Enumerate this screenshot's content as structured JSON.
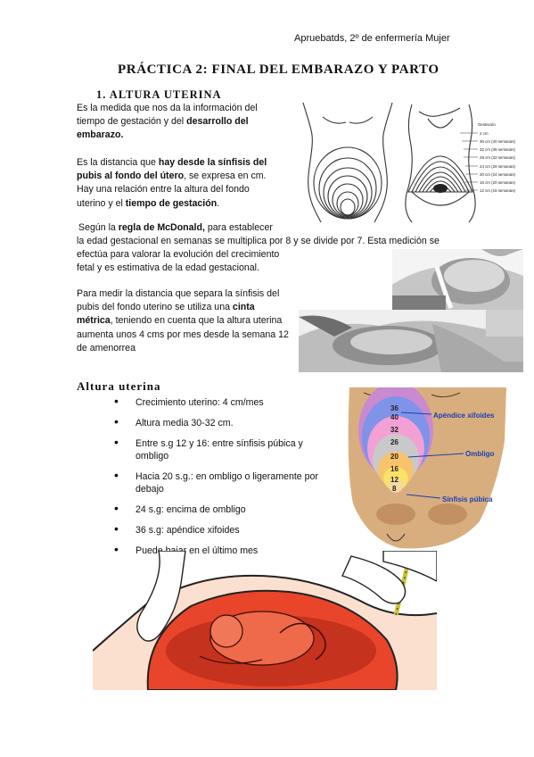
{
  "header": {
    "text": "Apruebatds, 2º de enfermería Mujer"
  },
  "title": "PRÁCTICA 2: FINAL DEL EMBARAZO Y PARTO",
  "section1": {
    "heading": "1.  ALTURA UTERINA",
    "p1": {
      "a": "Es la medida que nos da la información del tiempo de gestación y del ",
      "b": "desarrollo del embarazo."
    },
    "p2": {
      "a": "Es la distancia que ",
      "b": "hay desde la sínfisis del pubis al fondo del útero",
      "c": ", se expresa en cm. Hay una relación entre la altura del fondo uterino y el ",
      "d": "tiempo de gestación",
      "e": "."
    },
    "p3": {
      "a": "Según la ",
      "b": "regla de McDonald,",
      "c": " para establecer",
      "line2": "la edad gestacional en semanas se multiplica por 8 y se divide por 7.  Esta medición se",
      "line3": "efectúa para valorar la evolución del crecimiento",
      "line4": "fetal y es estimativa de la edad gestacional."
    },
    "p4": {
      "a": "Para medir la distancia que separa la sínfisis del pubis del fondo uterino se utiliza una ",
      "b": "cinta métrica",
      "c": ", teniendo en cuenta que la altura uterina aumenta unos 4 cms por mes desde la semana 12 de amenorrea"
    }
  },
  "section2": {
    "heading": "Altura uterina",
    "bullets": [
      "Crecimiento uterino: 4 cm/mes",
      "Altura media 30-32 cm.",
      "Entre s.g 12 y 16: entre sínfisis púbica y ombligo",
      "Hacia 20 s.g.: en ombligo o ligeramente por debajo",
      "24 s.g: encima de ombligo",
      "36 s.g: apéndice xifoides",
      "Puede bajar en el último mes"
    ]
  },
  "figure1": {
    "legend_title": "Gestación",
    "rows": [
      "2 cm",
      "36 cm (40 semanas)",
      "32 cm (36 semanas)",
      "28 cm (32 semanas)",
      "24 cm (28 semanas)",
      "20 cm (24 semanas)",
      "16 cm (20 semanas)",
      "12 cm (16 semanas)"
    ]
  },
  "figure2": {
    "numbers": [
      "36",
      "40",
      "32",
      "26",
      "20",
      "16",
      "12",
      "8"
    ],
    "labels": {
      "xiphoid": "Apéndice xifoides",
      "navel": "Ombligo",
      "pubis": "Sínfisis púbica"
    }
  },
  "colors": {
    "level1": "#c98ad0",
    "level2": "#7f93e8",
    "level3": "#f2a0d6",
    "level4": "#c9c9c9",
    "level5": "#f8c36a",
    "level6": "#fbe06a",
    "label_blue": "#1c3fb0",
    "skin": "#d9ae7e",
    "uterus": "#e8452a"
  }
}
